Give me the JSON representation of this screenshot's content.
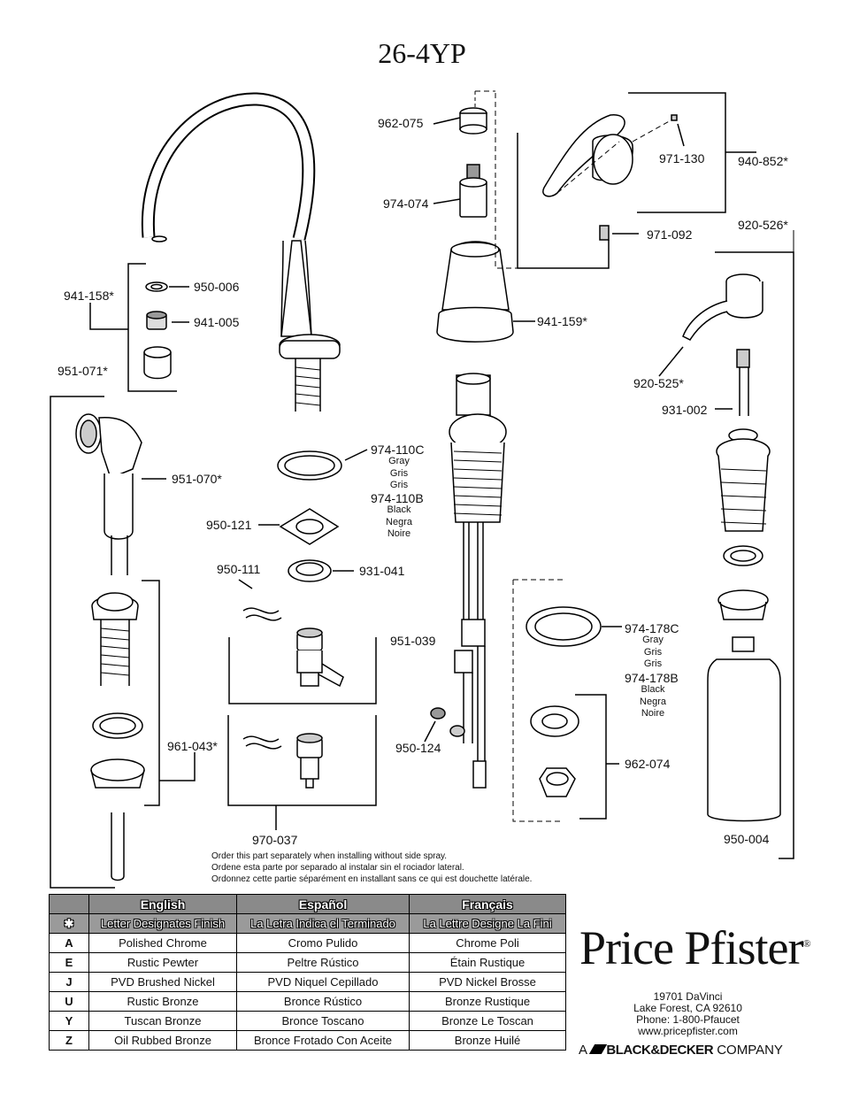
{
  "title": "26-4YP",
  "labels": {
    "p962_075": "962-075",
    "p974_074": "974-074",
    "p971_130": "971-130",
    "p940_852": "940-852*",
    "p971_092": "971-092",
    "p920_526": "920-526*",
    "p941_158": "941-158*",
    "p950_006": "950-006",
    "p941_005": "941-005",
    "p941_159": "941-159*",
    "p951_071": "951-071*",
    "p920_525": "920-525*",
    "p931_002": "931-002",
    "p974_110c": "974-110C",
    "p974_110b": "974-110B",
    "p951_070": "951-070*",
    "p950_121": "950-121",
    "p950_111": "950-111",
    "p931_041": "931-041",
    "p951_039": "951-039",
    "p974_178c": "974-178C",
    "p974_178b": "974-178B",
    "p961_043": "961-043*",
    "p950_124": "950-124",
    "p962_074": "962-074",
    "p970_037": "970-037",
    "p950_004": "950-004"
  },
  "finish_words": {
    "gray": [
      "Gray",
      "Gris",
      "Gris"
    ],
    "black": [
      "Black",
      "Negra",
      "Noire"
    ]
  },
  "note_lines": [
    "Order this part separately when installing without side spray.",
    "Ordene esta parte por separado al instalar sin el rociador lateral.",
    "Ordonnez cette partie séparément en installant sans ce qui est douchette latérale."
  ],
  "finish_table": {
    "headers": [
      "English",
      "Español",
      "Français"
    ],
    "star_row": {
      "symbol": "✱",
      "values": [
        "Letter Designates Finish",
        "La Letra Indica el Terminado",
        "La Lettre Designe La Fini"
      ]
    },
    "rows": [
      {
        "code": "A",
        "values": [
          "Polished Chrome",
          "Cromo Pulido",
          "Chrome Poli"
        ]
      },
      {
        "code": "E",
        "values": [
          "Rustic Pewter",
          "Peltre Rústico",
          "Étain Rustique"
        ]
      },
      {
        "code": "J",
        "values": [
          "PVD Brushed Nickel",
          "PVD Niquel Cepillado",
          "PVD Nickel Brosse"
        ]
      },
      {
        "code": "U",
        "values": [
          "Rustic Bronze",
          "Bronce Rústico",
          "Bronze Rustique"
        ]
      },
      {
        "code": "Y",
        "values": [
          "Tuscan Bronze",
          "Bronce Toscano",
          "Bronze Le Toscan"
        ]
      },
      {
        "code": "Z",
        "values": [
          "Oil Rubbed Bronze",
          "Bronce Frotado Con Aceite",
          "Bronze Huilé"
        ]
      }
    ]
  },
  "brand": {
    "logo": "Price Pfister",
    "logo_mark": "®",
    "address": [
      "19701 DaVinci",
      "Lake Forest, CA 92610",
      "Phone: 1-800-Pfaucet",
      "www.pricepfister.com"
    ],
    "company_prefix": "A",
    "company_name": "BLACK&DECKER",
    "company_suffix": "COMPANY"
  }
}
